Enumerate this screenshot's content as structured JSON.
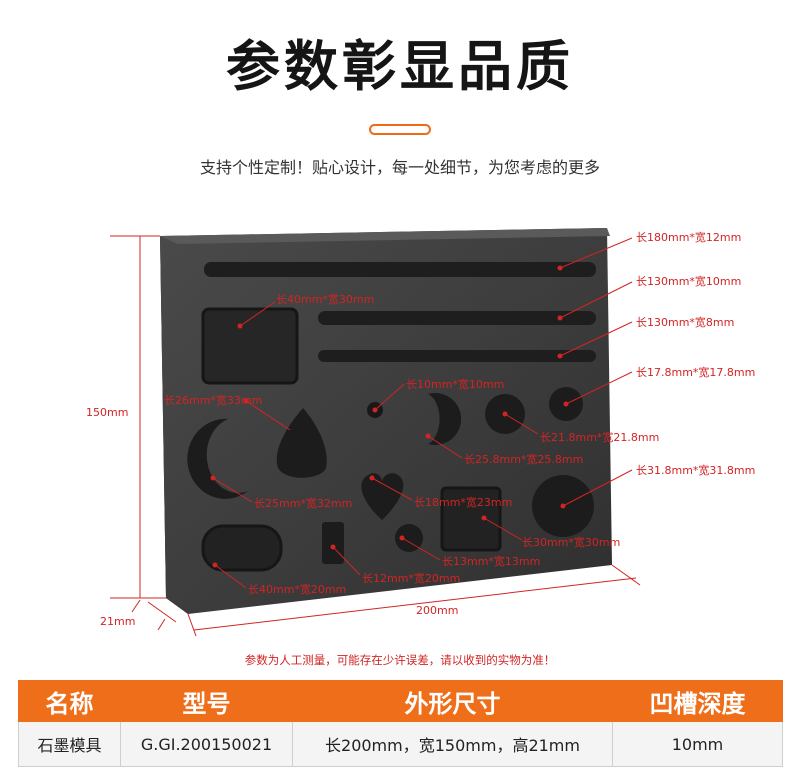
{
  "header": {
    "title": "参数彰显品质",
    "subtitle": "支持个性定制！贴心设计，每一处细节，为您考虑的更多"
  },
  "dimensions": {
    "length": "200mm",
    "height": "150mm",
    "depth": "21mm"
  },
  "annotations": [
    "长180mm*宽12mm",
    "长130mm*宽10mm",
    "长130mm*宽8mm",
    "长40mm*宽30mm",
    "长17.8mm*宽17.8mm",
    "长10mm*宽10mm",
    "长26mm*宽33mm",
    "长21.8mm*宽21.8mm",
    "长25.8mm*宽25.8mm",
    "长31.8mm*宽31.8mm",
    "长18mm*宽23mm",
    "长25mm*宽32mm",
    "长30mm*宽30mm",
    "长13mm*宽13mm",
    "长12mm*宽20mm",
    "长40mm*宽20mm"
  ],
  "note": "参数为人工测量，可能存在少许误差，请以收到的实物为准！",
  "table": {
    "headers": [
      "名称",
      "型号",
      "外形尺寸",
      "凹槽深度"
    ],
    "row": [
      "石墨模具",
      "G.GI.200150021",
      "长200mm，宽150mm，高21mm",
      "10mm"
    ]
  },
  "colors": {
    "accent": "#ee6e1a",
    "annotation": "#d22424",
    "graphite": "#3a3a3a"
  }
}
